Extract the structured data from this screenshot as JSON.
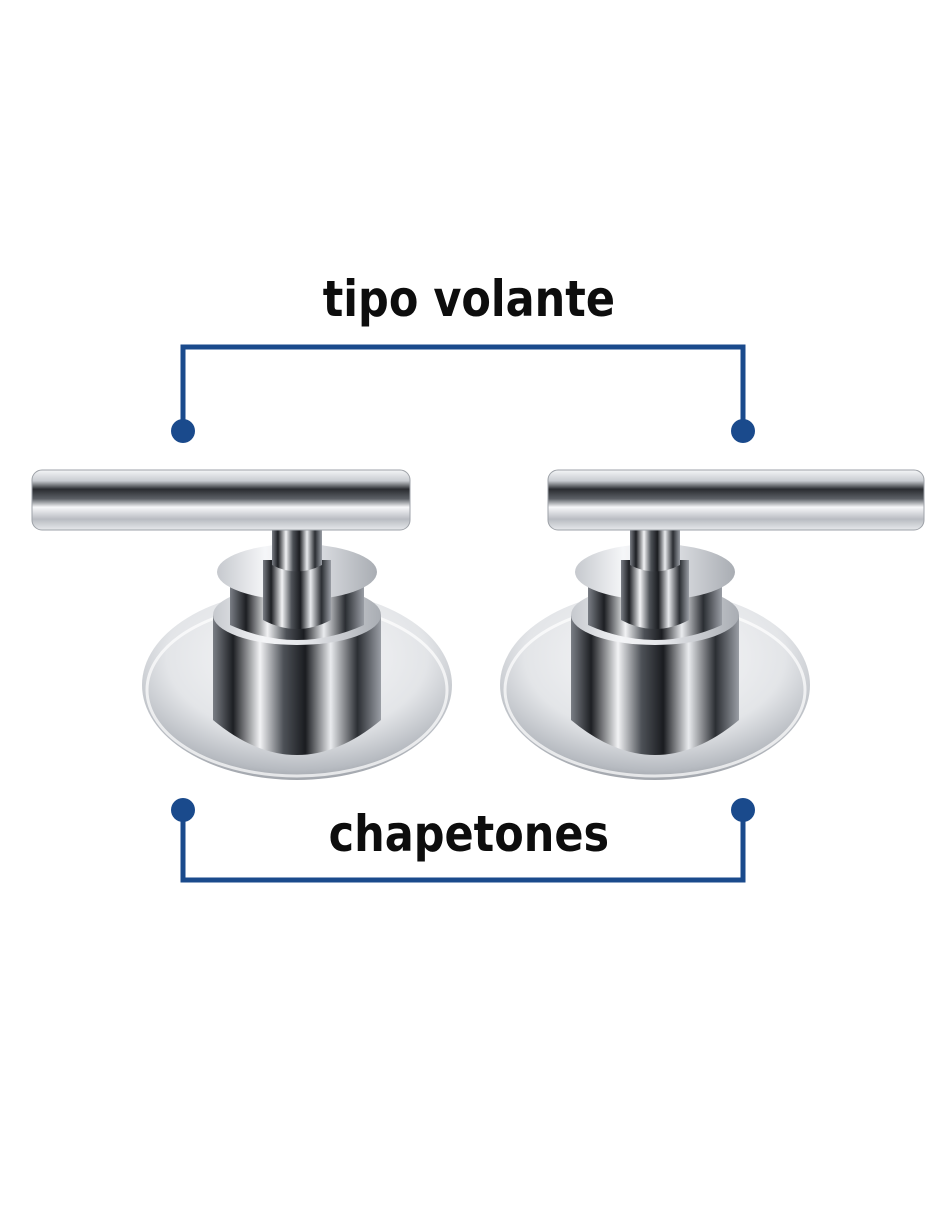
{
  "labels": {
    "top": "tipo volante",
    "bottom": "chapetones"
  },
  "colors": {
    "bracket": "#1a4a8c",
    "text": "#0d0d0d",
    "background": "#ffffff"
  },
  "parts": [
    {
      "name": "left-handle"
    },
    {
      "name": "right-handle"
    }
  ]
}
